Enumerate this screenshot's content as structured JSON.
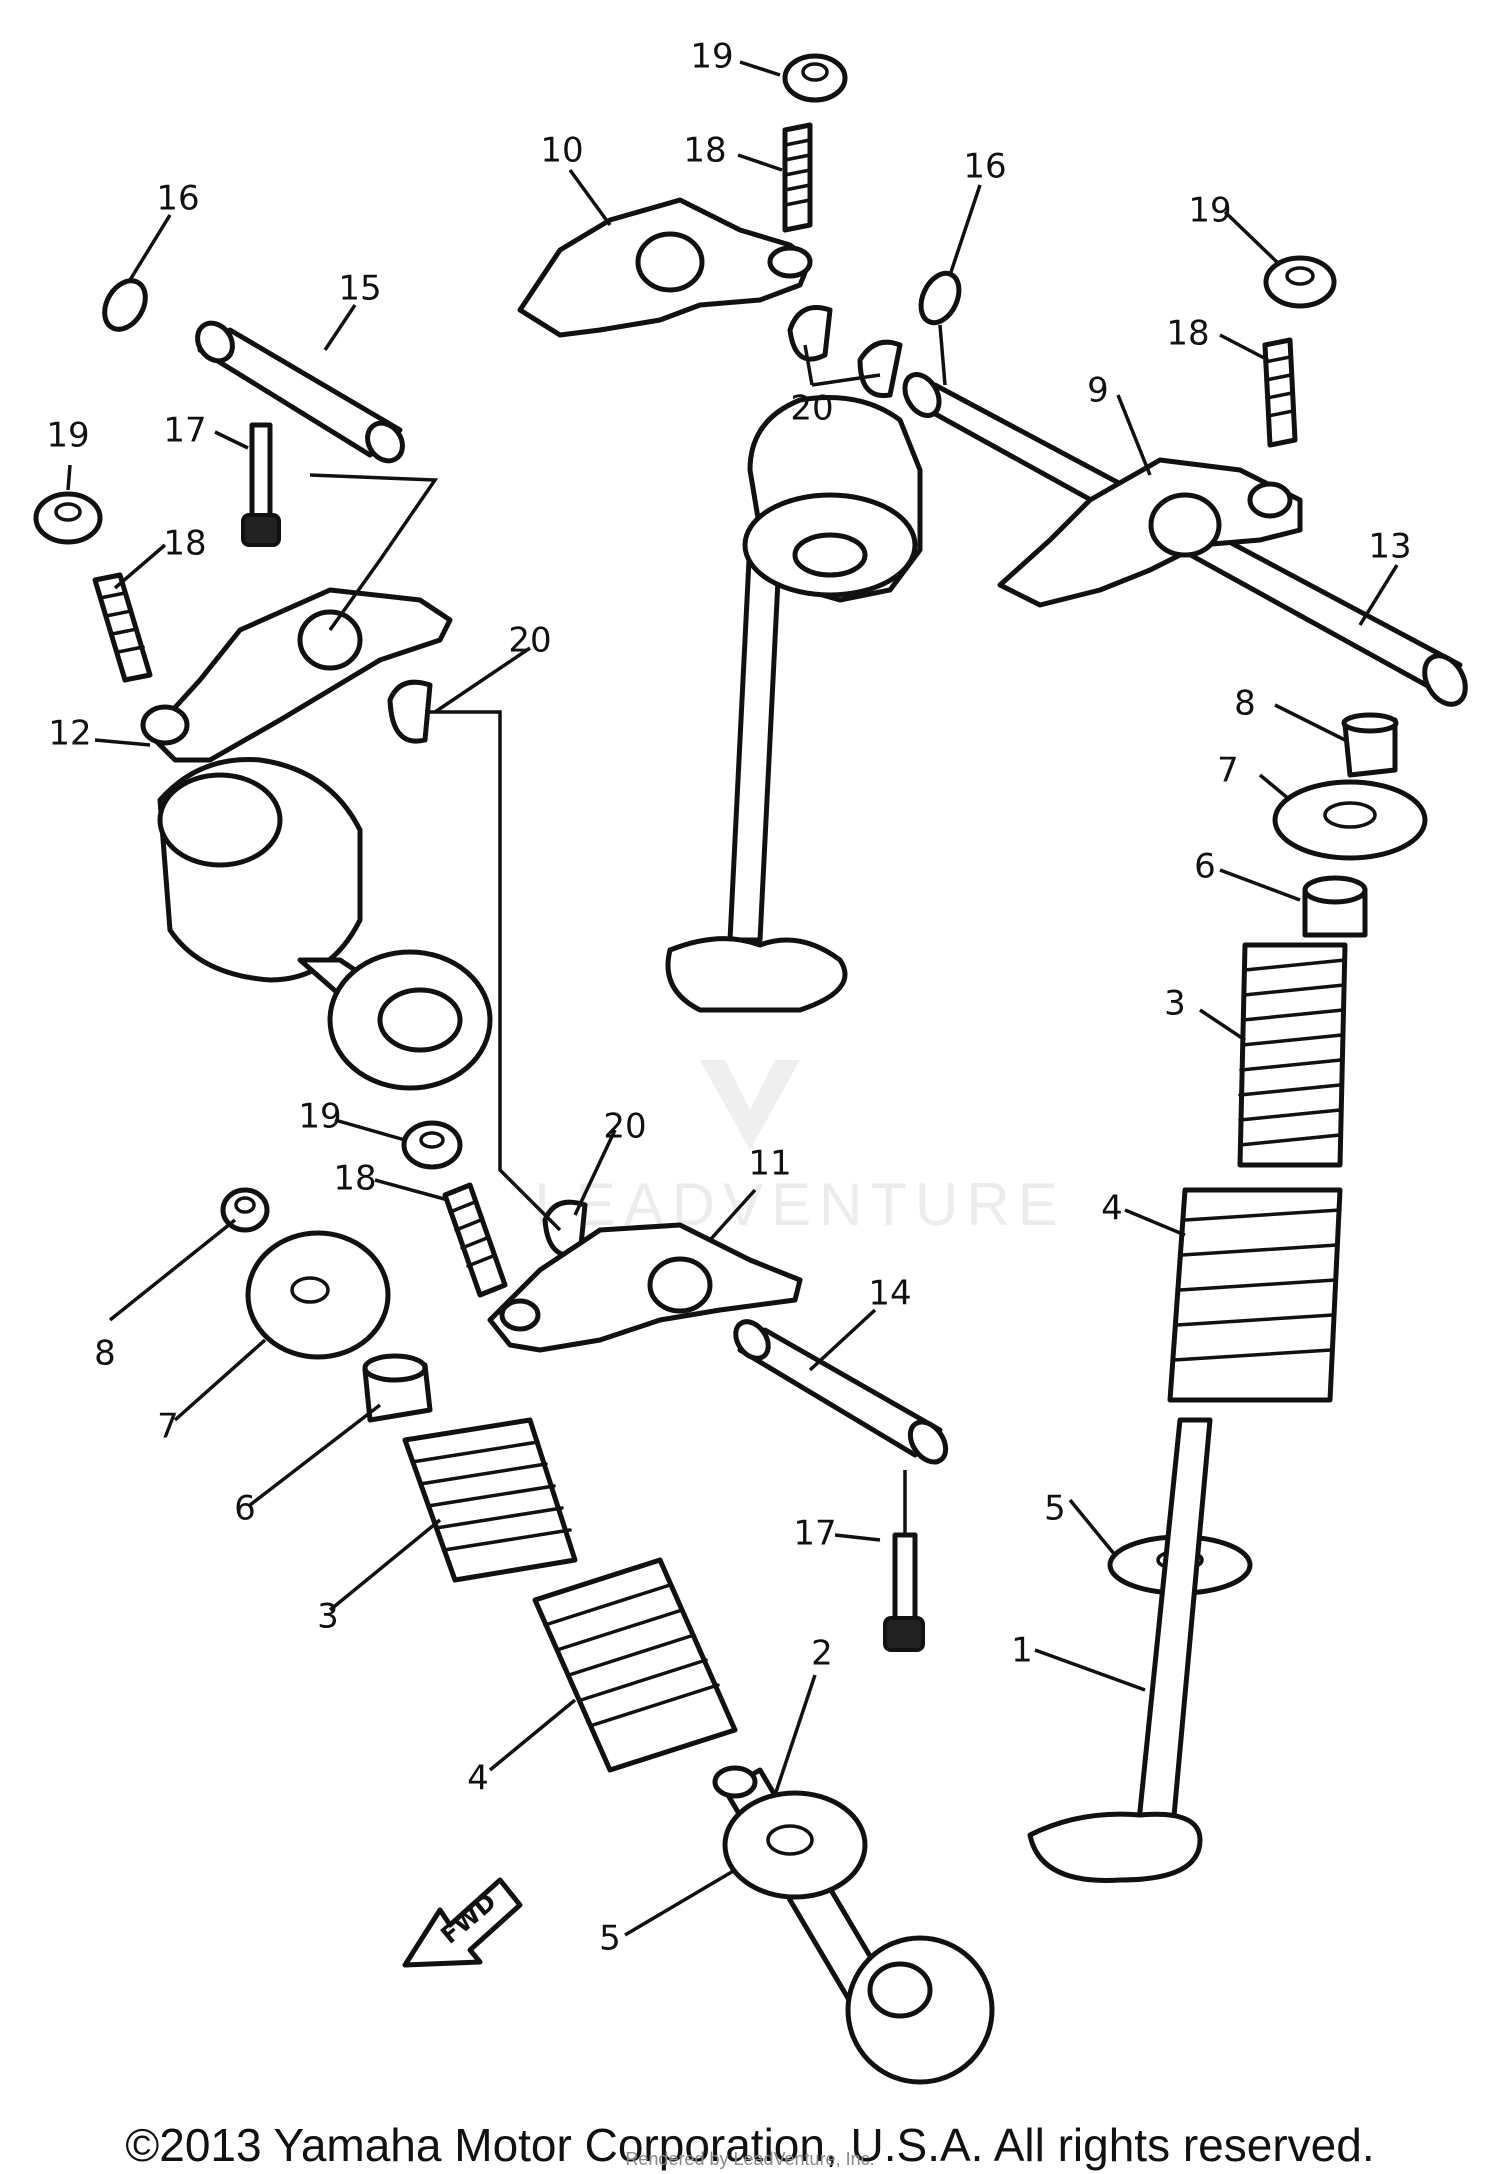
{
  "diagram": {
    "callouts": {
      "p1": "1",
      "p2": "2",
      "p3a": "3",
      "p3b": "3",
      "p4a": "4",
      "p4b": "4",
      "p5a": "5",
      "p5b": "5",
      "p6a": "6",
      "p6b": "6",
      "p7a": "7",
      "p7b": "7",
      "p8a": "8",
      "p8b": "8",
      "p9": "9",
      "p10": "10",
      "p11": "11",
      "p12": "12",
      "p13": "13",
      "p14": "14",
      "p15": "15",
      "p16a": "16",
      "p16b": "16",
      "p17a": "17",
      "p17b": "17",
      "p18a": "18",
      "p18b": "18",
      "p18c": "18",
      "p19a": "19",
      "p19b": "19",
      "p19c": "19",
      "p20a": "20",
      "p20b": "20",
      "p20c": "20"
    },
    "front_arrow": "FWD",
    "watermark": "LEADVENTURE"
  },
  "footer": {
    "copyright": "©2013 Yamaha Motor Corporation, U.S.A. All rights reserved.",
    "rendered_by": "Rendered by LeadVenture, Inc."
  }
}
